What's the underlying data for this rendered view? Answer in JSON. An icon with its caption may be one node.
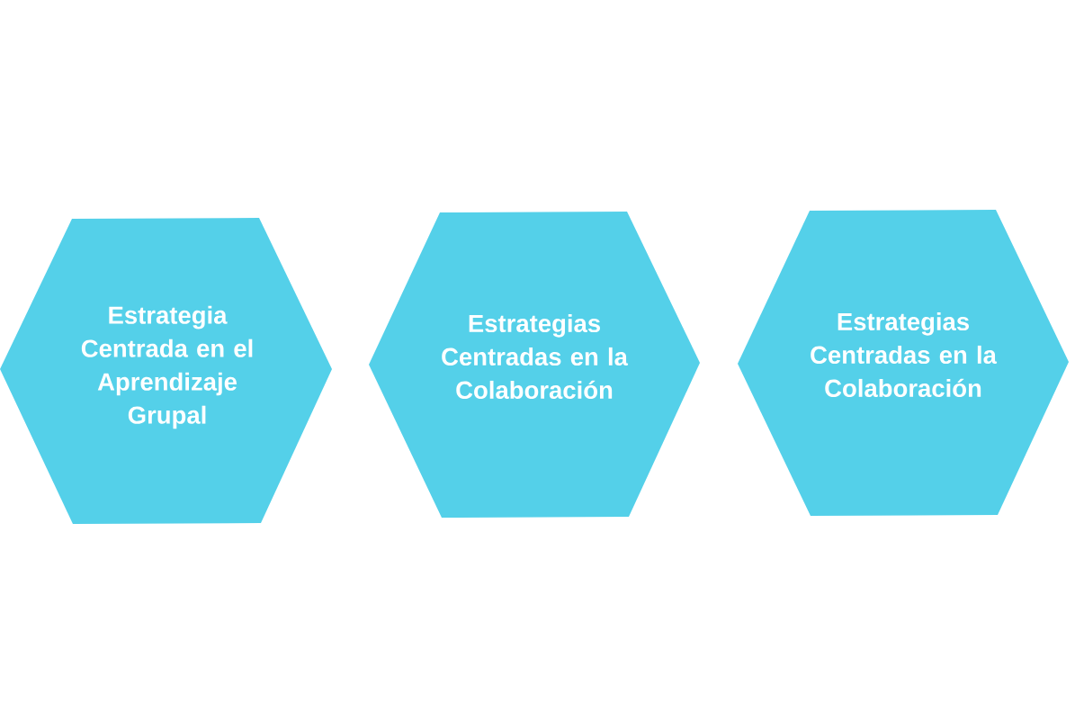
{
  "diagram": {
    "nodes": [
      {
        "text": [
          "Estrategia Centrada en el Aprendizaje Grupal"
        ]
      },
      {
        "text": [
          "Estrategias Centradas en la Colaboración"
        ]
      },
      {
        "text": [
          "Estrategias Centradas en la Colaboración"
        ]
      }
    ]
  }
}
